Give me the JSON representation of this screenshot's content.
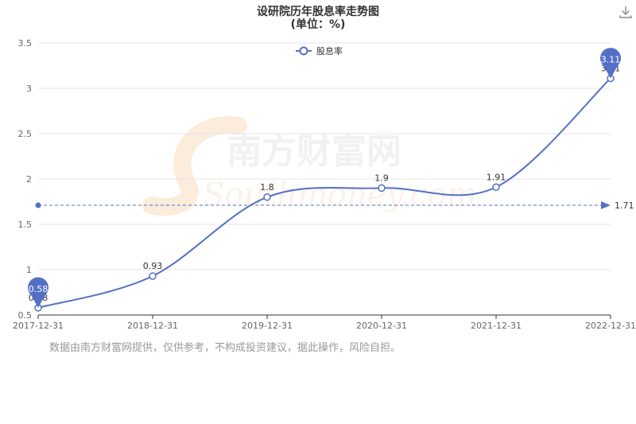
{
  "chart_data": {
    "type": "line",
    "title": "设研院历年股息率走势图",
    "subtitle": "(单位：%)",
    "x": [
      "2017-12-31",
      "2018-12-31",
      "2019-12-31",
      "2020-12-31",
      "2021-12-31",
      "2022-12-31"
    ],
    "series": [
      {
        "name": "股息率",
        "values": [
          0.58,
          0.93,
          1.8,
          1.9,
          1.91,
          3.11
        ],
        "color": "#5470c6"
      }
    ],
    "labels": [
      "0.58",
      "0.93",
      "1.8",
      "1.9",
      "1.91",
      "3.11"
    ],
    "yticks": [
      "0.5",
      "1",
      "1.5",
      "2",
      "2.5",
      "3",
      "3.5"
    ],
    "ylim": [
      0.5,
      3.5
    ],
    "grid": true,
    "legend_position": "top-center",
    "average_line": {
      "value": 1.71,
      "label": "1.71"
    },
    "markers": {
      "min": "0.58",
      "max": "3.11"
    },
    "watermark": {
      "cn": "南方财富网",
      "en": "Southmoney.com"
    }
  },
  "footnote": "数据由南方财富网提供，仅供参考，不构成投资建议，据此操作，风险自担。",
  "icons": {
    "download": "download-icon"
  }
}
